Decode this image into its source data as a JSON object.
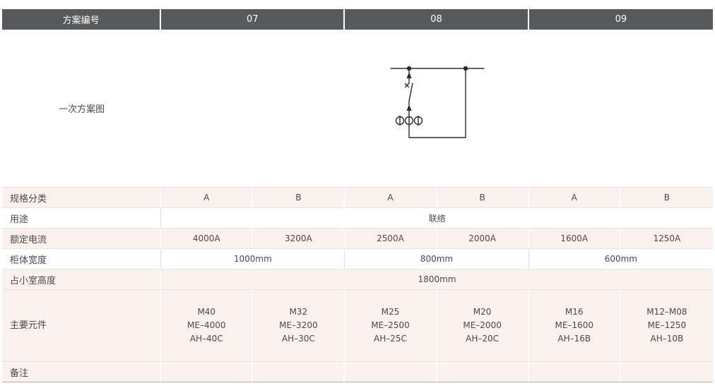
{
  "header": {
    "col_label": "方案编号",
    "schemes": [
      "07",
      "08",
      "09"
    ]
  },
  "rows": {
    "diagram": {
      "label": "一次方案图"
    },
    "spec": {
      "label": "规格分类",
      "values": [
        "A",
        "B",
        "A",
        "B",
        "A",
        "B"
      ]
    },
    "usage": {
      "label": "用途",
      "value": "联络"
    },
    "current": {
      "label": "额定电流",
      "values": [
        "4000A",
        "3200A",
        "2500A",
        "2000A",
        "1600A",
        "1250A"
      ]
    },
    "width": {
      "label": "柜体宽度",
      "values": [
        "1000mm",
        "800mm",
        "600mm"
      ]
    },
    "height": {
      "label": "占小室高度",
      "value": "1800mm"
    },
    "components": {
      "label": "主要元件",
      "values": [
        [
          "M40",
          "ME–4000",
          "AH–40C"
        ],
        [
          "M32",
          "ME–3200",
          "AH–30C"
        ],
        [
          "M25",
          "ME–2500",
          "AH–25C"
        ],
        [
          "M20",
          "ME–2000",
          "AH–20C"
        ],
        [
          "M16",
          "ME–1600",
          "AH–16B"
        ],
        [
          "M12–M08",
          "ME–1250",
          "AH–10B"
        ]
      ]
    },
    "remarks": {
      "label": "备注"
    }
  },
  "diagram_icons": {
    "busbar": "busbar-line",
    "breaker": "circuit-breaker-symbol",
    "drawout_contacts": "drawout-contact-arrows",
    "current_transformers": "ct-circles"
  },
  "colors": {
    "header_bg": "#58595b",
    "header_text": "#ffffff",
    "stripe_bg": "#fbf1ee",
    "body_text": "#4c4948",
    "grid_line": "#e4e2e1",
    "diagram_stroke": "#2b2b2b"
  }
}
